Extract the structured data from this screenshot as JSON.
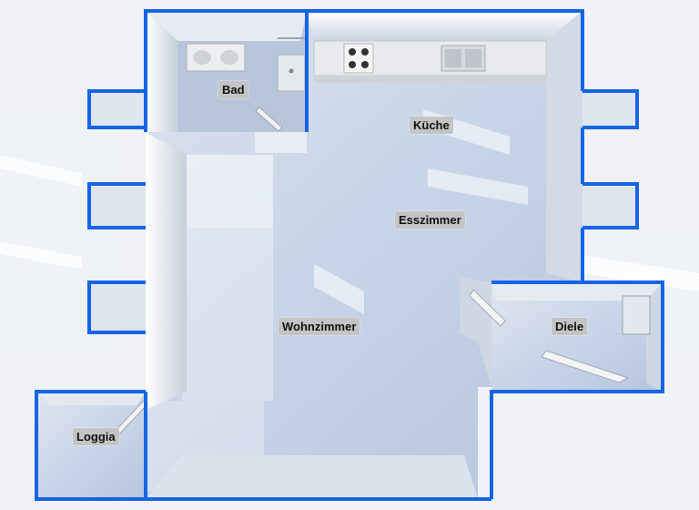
{
  "floorplan": {
    "rooms": [
      {
        "id": "bad",
        "label": "Bad"
      },
      {
        "id": "kueche",
        "label": "Küche"
      },
      {
        "id": "esszimmer",
        "label": "Esszimmer"
      },
      {
        "id": "wohnzimmer",
        "label": "Wohnzimmer"
      },
      {
        "id": "diele",
        "label": "Diele"
      },
      {
        "id": "loggia",
        "label": "Loggia"
      }
    ],
    "colors": {
      "wall_outline": "#1565e6",
      "floor": "#c9d6e8",
      "wall": "#ffffff",
      "background": "#f3f5f9"
    }
  }
}
